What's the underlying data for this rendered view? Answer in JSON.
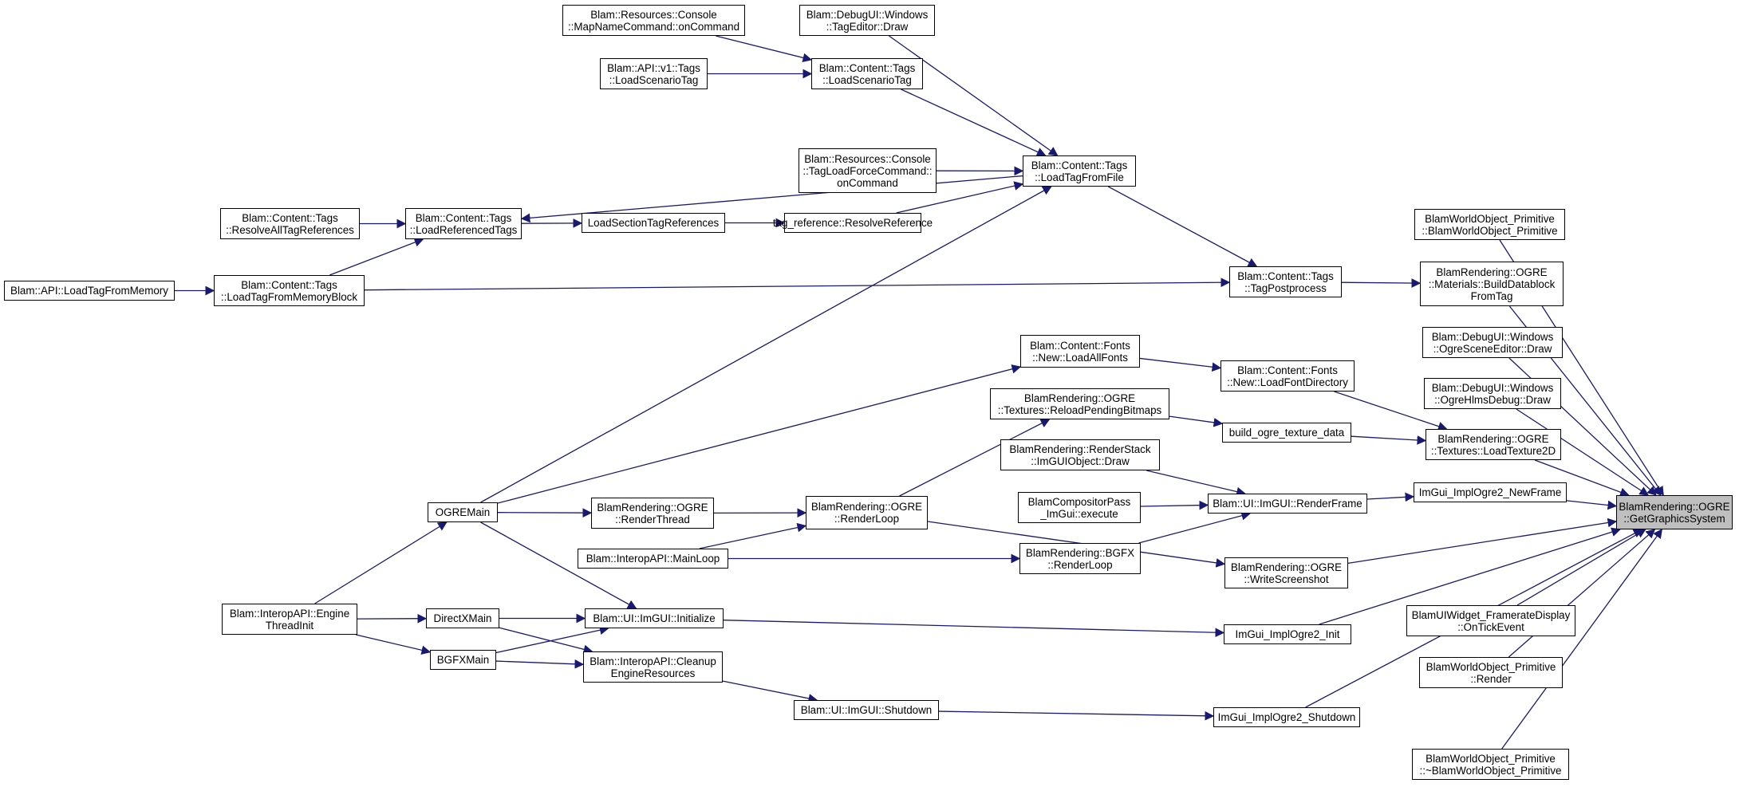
{
  "colors": {
    "edge": "#191970",
    "border": "#000000",
    "node_fill": "#ffffff",
    "root_fill": "#bfbfbf"
  },
  "nodes": {
    "get_graphics_system": [
      "BlamRendering::OGRE",
      "::GetGraphicsSystem"
    ],
    "world_object_ctor": [
      "BlamWorldObject_Primitive",
      "::BlamWorldObject_Primitive"
    ],
    "build_datablock": [
      "BlamRendering::OGRE",
      "::Materials::BuildDatablock",
      "FromTag"
    ],
    "ogre_scene_editor": [
      "Blam::DebugUI::Windows",
      "::OgreSceneEditor::Draw"
    ],
    "ogre_hlms_debug": [
      "Blam::DebugUI::Windows",
      "::OgreHlmsDebug::Draw"
    ],
    "load_texture_2d": [
      "BlamRendering::OGRE",
      "::Textures::LoadTexture2D"
    ],
    "imgui_new_frame": [
      "ImGui_ImplOgre2_NewFrame"
    ],
    "framerate_display": [
      "BlamUIWidget_FramerateDisplay",
      "::OnTickEvent"
    ],
    "world_object_render": [
      "BlamWorldObject_Primitive",
      "::Render"
    ],
    "world_object_dtor": [
      "BlamWorldObject_Primitive",
      "::~BlamWorldObject_Primitive"
    ],
    "tag_postprocess": [
      "Blam::Content::Tags",
      "::TagPostprocess"
    ],
    "load_font_directory": [
      "Blam::Content::Fonts",
      "::New::LoadFontDirectory"
    ],
    "build_ogre_texture_data": [
      "build_ogre_texture_data"
    ],
    "imgui_render_frame": [
      "Blam::UI::ImGUI::RenderFrame"
    ],
    "write_screenshot": [
      "BlamRendering::OGRE",
      "::WriteScreenshot"
    ],
    "imgui_ogre_init": [
      "ImGui_ImplOgre2_Init"
    ],
    "imgui_ogre_shutdown": [
      "ImGui_ImplOgre2_Shutdown"
    ],
    "load_tag_from_file": [
      "Blam::Content::Tags",
      "::LoadTagFromFile"
    ],
    "load_all_fonts": [
      "Blam::Content::Fonts",
      "::New::LoadAllFonts"
    ],
    "reload_pending_bitmaps": [
      "BlamRendering::OGRE",
      "::Textures::ReloadPendingBitmaps"
    ],
    "render_stack_imgui_draw": [
      "BlamRendering::RenderStack",
      "::ImGUIObject::Draw"
    ],
    "compositor_pass_imgui": [
      "BlamCompositorPass",
      "_ImGui::execute"
    ],
    "bgfx_render_loop": [
      "BlamRendering::BGFX",
      "::RenderLoop"
    ],
    "imgui_shutdown": [
      "Blam::UI::ImGUI::Shutdown"
    ],
    "tag_reference_resolve": [
      "tag_reference::ResolveReference"
    ],
    "tag_load_force_cmd": [
      "Blam::Resources::Console",
      "::TagLoadForceCommand::",
      "onCommand"
    ],
    "load_scenario_tag": [
      "Blam::Content::Tags",
      "::LoadScenarioTag"
    ],
    "tag_editor_draw": [
      "Blam::DebugUI::Windows",
      "::TagEditor::Draw"
    ],
    "map_name_cmd": [
      "Blam::Resources::Console",
      "::MapNameCommand::onCommand"
    ],
    "api_v1_load_scenario": [
      "Blam::API::v1::Tags",
      "::LoadScenarioTag"
    ],
    "load_section_tag_refs": [
      "LoadSectionTagReferences"
    ],
    "ogre_render_loop": [
      "BlamRendering::OGRE",
      "::RenderLoop"
    ],
    "ogre_render_thread": [
      "BlamRendering::OGRE",
      "::RenderThread"
    ],
    "interop_main_loop": [
      "Blam::InteropAPI::MainLoop"
    ],
    "imgui_initialize": [
      "Blam::UI::ImGUI::Initialize"
    ],
    "cleanup_engine_resources": [
      "Blam::InteropAPI::Cleanup",
      "EngineResources"
    ],
    "load_referenced_tags": [
      "Blam::Content::Tags",
      "::LoadReferencedTags"
    ],
    "resolve_all_tag_refs": [
      "Blam::Content::Tags",
      "::ResolveAllTagReferences"
    ],
    "load_tag_from_memory_block": [
      "Blam::Content::Tags",
      "::LoadTagFromMemoryBlock"
    ],
    "api_load_tag_from_memory": [
      "Blam::API::LoadTagFromMemory"
    ],
    "ogre_main": [
      "OGREMain"
    ],
    "directx_main": [
      "DirectXMain"
    ],
    "bgfx_main": [
      "BGFXMain"
    ],
    "engine_thread_init": [
      "Blam::InteropAPI::Engine",
      "ThreadInit"
    ]
  },
  "edges": [
    [
      "world_object_ctor",
      "get_graphics_system"
    ],
    [
      "build_datablock",
      "get_graphics_system"
    ],
    [
      "ogre_scene_editor",
      "get_graphics_system"
    ],
    [
      "ogre_hlms_debug",
      "get_graphics_system"
    ],
    [
      "load_texture_2d",
      "get_graphics_system"
    ],
    [
      "imgui_new_frame",
      "get_graphics_system"
    ],
    [
      "write_screenshot",
      "get_graphics_system"
    ],
    [
      "imgui_ogre_init",
      "get_graphics_system"
    ],
    [
      "framerate_display",
      "get_graphics_system"
    ],
    [
      "world_object_render",
      "get_graphics_system"
    ],
    [
      "imgui_ogre_shutdown",
      "get_graphics_system"
    ],
    [
      "world_object_dtor",
      "get_graphics_system"
    ],
    [
      "tag_postprocess",
      "build_datablock"
    ],
    [
      "load_font_directory",
      "load_texture_2d"
    ],
    [
      "build_ogre_texture_data",
      "load_texture_2d"
    ],
    [
      "imgui_render_frame",
      "imgui_new_frame"
    ],
    [
      "load_tag_from_file",
      "tag_postprocess"
    ],
    [
      "load_tag_from_memory_block",
      "tag_postprocess"
    ],
    [
      "load_all_fonts",
      "load_font_directory"
    ],
    [
      "reload_pending_bitmaps",
      "build_ogre_texture_data"
    ],
    [
      "render_stack_imgui_draw",
      "imgui_render_frame"
    ],
    [
      "compositor_pass_imgui",
      "imgui_render_frame"
    ],
    [
      "bgfx_render_loop",
      "imgui_render_frame"
    ],
    [
      "ogre_render_loop",
      "write_screenshot"
    ],
    [
      "imgui_initialize",
      "imgui_ogre_init"
    ],
    [
      "imgui_shutdown",
      "imgui_ogre_shutdown"
    ],
    [
      "tag_editor_draw",
      "load_tag_from_file"
    ],
    [
      "load_scenario_tag",
      "load_tag_from_file"
    ],
    [
      "tag_load_force_cmd",
      "load_tag_from_file"
    ],
    [
      "tag_reference_resolve",
      "load_tag_from_file"
    ],
    [
      "ogre_main",
      "load_tag_from_file"
    ],
    [
      "load_tag_from_file",
      "load_referenced_tags"
    ],
    [
      "map_name_cmd",
      "load_scenario_tag"
    ],
    [
      "api_v1_load_scenario",
      "load_scenario_tag"
    ],
    [
      "load_section_tag_refs",
      "tag_reference_resolve"
    ],
    [
      "load_referenced_tags",
      "load_section_tag_refs"
    ],
    [
      "resolve_all_tag_refs",
      "load_referenced_tags"
    ],
    [
      "load_tag_from_memory_block",
      "load_referenced_tags"
    ],
    [
      "api_load_tag_from_memory",
      "load_tag_from_memory_block"
    ],
    [
      "ogre_main",
      "load_all_fonts"
    ],
    [
      "ogre_render_loop",
      "reload_pending_bitmaps"
    ],
    [
      "interop_main_loop",
      "bgfx_render_loop"
    ],
    [
      "ogre_main",
      "ogre_render_thread"
    ],
    [
      "ogre_render_thread",
      "ogre_render_loop"
    ],
    [
      "interop_main_loop",
      "ogre_render_loop"
    ],
    [
      "ogre_main",
      "imgui_initialize"
    ],
    [
      "directx_main",
      "imgui_initialize"
    ],
    [
      "bgfx_main",
      "imgui_initialize"
    ],
    [
      "directx_main",
      "cleanup_engine_resources"
    ],
    [
      "bgfx_main",
      "cleanup_engine_resources"
    ],
    [
      "cleanup_engine_resources",
      "imgui_shutdown"
    ],
    [
      "engine_thread_init",
      "ogre_main"
    ],
    [
      "engine_thread_init",
      "directx_main"
    ],
    [
      "engine_thread_init",
      "bgfx_main"
    ]
  ]
}
